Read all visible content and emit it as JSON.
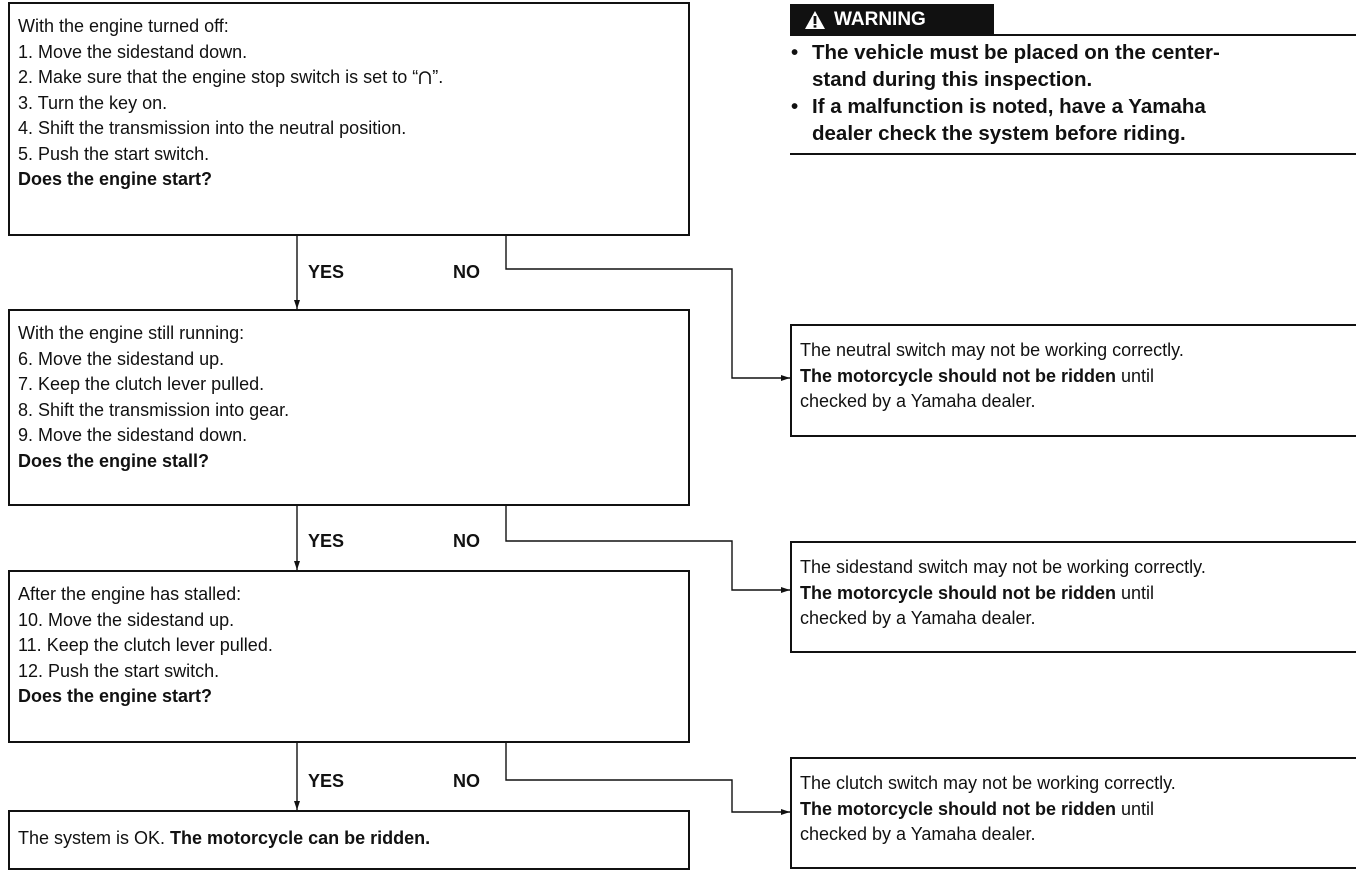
{
  "step1": {
    "lines": [
      "With the engine turned off:",
      "1. Move the sidestand down.",
      "2. Make sure that the engine stop switch is set to “",
      "3. Turn the key on.",
      "4. Shift the transmission into the neutral position.",
      "5. Push the start switch."
    ],
    "symbol_close": "”.",
    "question": "Does the engine start?"
  },
  "step2": {
    "lines": [
      "With the engine still running:",
      "6. Move the sidestand up.",
      "7. Keep the clutch lever pulled.",
      "8. Shift the transmission into gear.",
      "9. Move the sidestand down."
    ],
    "question": "Does the engine stall?"
  },
  "step3": {
    "lines": [
      "After the engine has stalled:",
      "10. Move the sidestand up.",
      "11. Keep the clutch lever pulled.",
      "12. Push the start switch."
    ],
    "question": "Does the engine start?"
  },
  "final": {
    "prefix": "The system is OK. ",
    "bold": "The motorcycle can be ridden."
  },
  "labels": {
    "yes": "YES",
    "no": "NO"
  },
  "results": [
    {
      "line1": "The neutral switch may not be working correctly.",
      "bold": "The motorcycle should not be ridden",
      "rest": " until",
      "line3": "checked by a Yamaha dealer."
    },
    {
      "line1": "The sidestand switch may not be working correctly.",
      "bold": "The motorcycle should not be ridden",
      "rest": " until",
      "line3": "checked by a Yamaha dealer."
    },
    {
      "line1": "The clutch switch may not be working correctly.",
      "bold": "The motorcycle should not be ridden",
      "rest": " until",
      "line3": "checked by a Yamaha dealer."
    }
  ],
  "warning": {
    "title": "WARNING",
    "icon": "warning-triangle-icon",
    "items": [
      {
        "line1": "The vehicle must be placed on the center-",
        "line2": "stand during this inspection."
      },
      {
        "line1": "If a malfunction is noted, have a Yamaha",
        "line2": "dealer check the system before riding."
      }
    ]
  }
}
